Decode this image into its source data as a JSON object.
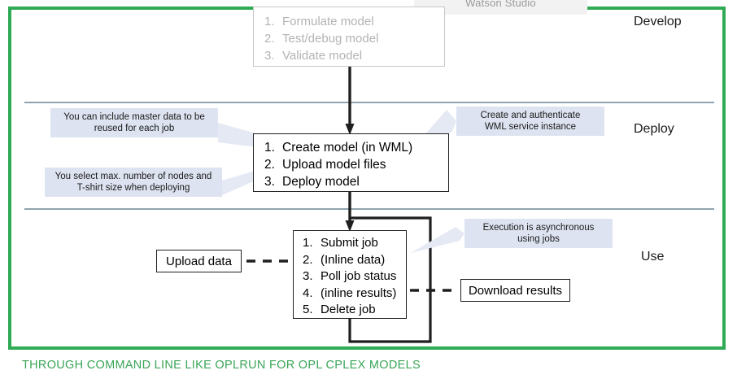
{
  "diagram": {
    "title": "Watson Studio",
    "caption": "THROUGH COMMAND LINE LIKE OPLRUN FOR OPL CPLEX MODELS",
    "frame_color": "#2faa55",
    "caption_color": "#3aa558",
    "callout_color": "#dde3f0",
    "separator_color": "#8fa3b0"
  },
  "stages": [
    {
      "label": "Develop"
    },
    {
      "label": "Deploy"
    },
    {
      "label": "Use"
    }
  ],
  "boxes": {
    "develop": {
      "name": "develop-steps",
      "muted": true,
      "steps": [
        {
          "num": "1.",
          "text": "Formulate model"
        },
        {
          "num": "2.",
          "text": "Test/debug model"
        },
        {
          "num": "3.",
          "text": "Validate model"
        }
      ]
    },
    "deploy": {
      "name": "deploy-steps",
      "muted": false,
      "steps": [
        {
          "num": "1.",
          "text": "Create model (in WML)"
        },
        {
          "num": "2.",
          "text": "Upload model files"
        },
        {
          "num": "3.",
          "text": "Deploy model"
        }
      ]
    },
    "use": {
      "name": "use-steps",
      "muted": false,
      "steps": [
        {
          "num": "1.",
          "text": "Submit job"
        },
        {
          "num": "2.",
          "text": "(Inline data)"
        },
        {
          "num": "3.",
          "text": "Poll job status"
        },
        {
          "num": "4.",
          "text": "(inline results)"
        },
        {
          "num": "5.",
          "text": "Delete job"
        }
      ]
    },
    "upload_data": "Upload data",
    "download_results": "Download results"
  },
  "callouts": [
    {
      "id": "master",
      "line1": "You can include master data to be",
      "line2": "reused for each job"
    },
    {
      "id": "tshirt",
      "line1": "You select max. number of nodes and",
      "line2": "T-shirt size when deploying"
    },
    {
      "id": "wml",
      "line1": "Create and authenticate",
      "line2": "WML service instance"
    },
    {
      "id": "async",
      "line1": "Execution is asynchronous",
      "line2": "using jobs"
    }
  ]
}
